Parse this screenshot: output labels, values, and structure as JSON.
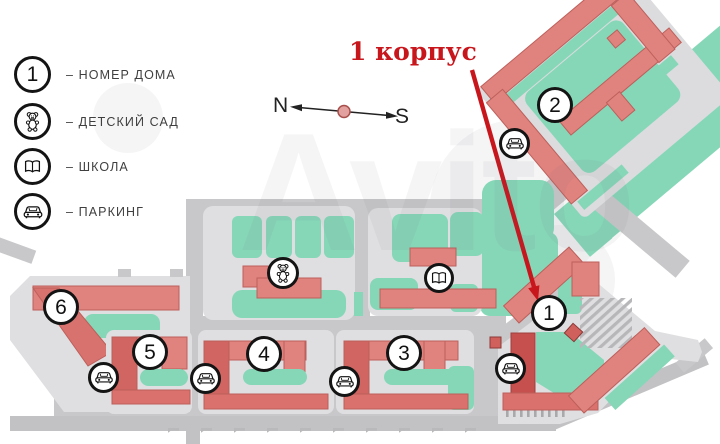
{
  "watermark": {
    "text": "Avito"
  },
  "colors": {
    "accent_red": "#c8161d",
    "building": "#e0827d",
    "building_dark": "#c5504d",
    "green": "#86d7b8",
    "road": "#c8c8ca",
    "panel": "#dfdfe1",
    "marker_border": "#141414"
  },
  "legend": {
    "items": [
      {
        "id": "house-number",
        "symbol": "1",
        "label": "– НОМЕР ДОМА"
      },
      {
        "id": "kindergarten",
        "label": "– ДЕТСКИЙ САД"
      },
      {
        "id": "school",
        "label": "– ШКОЛА"
      },
      {
        "id": "parking",
        "label": "– ПАРКИНГ"
      }
    ]
  },
  "compass": {
    "west": "N",
    "east": "S"
  },
  "annotation": {
    "label": "1 корпус"
  },
  "map": {
    "building_markers": [
      "1",
      "2",
      "3",
      "4",
      "5",
      "6"
    ]
  }
}
